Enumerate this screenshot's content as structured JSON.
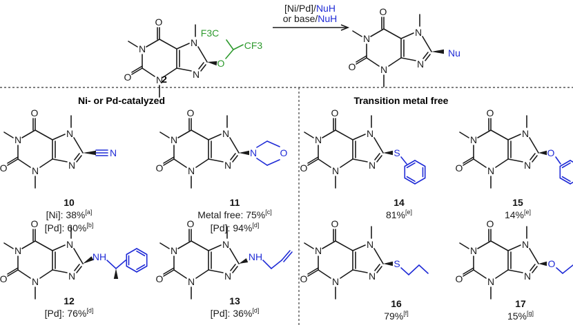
{
  "reaction": {
    "reagent_line1": "[Ni/Pd]/NuH",
    "reagent_line2": "or base/NuH",
    "start_label": "2",
    "start_group": "OCH(CF3)2",
    "product_group": "Nu",
    "colors": {
      "nu": "#1f2bd6",
      "fluoro": "#2e9a2e",
      "bond": "#1a1a1a"
    }
  },
  "sections": {
    "left": "Ni- or Pd-catalyzed",
    "right": "Transition metal free"
  },
  "compounds": [
    {
      "id": "c10",
      "label": "10",
      "substituent": "C≡N",
      "yields": [
        {
          "text": "[Ni]: 38%",
          "note": "[a]"
        },
        {
          "text": "[Pd]: 60%",
          "note": "[b]"
        }
      ]
    },
    {
      "id": "c11",
      "label": "11",
      "substituent": "morpholin-4-yl",
      "yields": [
        {
          "text": "Metal free: 75%",
          "note": "[c]"
        },
        {
          "text": "[Pd]: 94%",
          "note": "[d]"
        }
      ]
    },
    {
      "id": "c12",
      "label": "12",
      "substituent": "NH-CH(CH3)Ph",
      "yields": [
        {
          "text": "[Pd]: 76%",
          "note": "[d]"
        }
      ]
    },
    {
      "id": "c13",
      "label": "13",
      "substituent": "NH-allyl",
      "yields": [
        {
          "text": "[Pd]: 36%",
          "note": "[d]"
        }
      ]
    },
    {
      "id": "c14",
      "label": "14",
      "substituent": "SPh",
      "yields": [
        {
          "text": "81%",
          "note": "[e]"
        }
      ]
    },
    {
      "id": "c15",
      "label": "15",
      "substituent": "OPh",
      "yields": [
        {
          "text": "14%",
          "note": "[e]"
        }
      ]
    },
    {
      "id": "c16",
      "label": "16",
      "substituent": "S-propyl",
      "yields": [
        {
          "text": "79%",
          "note": "[f]"
        }
      ]
    },
    {
      "id": "c17",
      "label": "17",
      "substituent": "O-propyl",
      "yields": [
        {
          "text": "15%",
          "note": "[g]"
        }
      ]
    }
  ],
  "atoms": {
    "N": "N",
    "O": "O",
    "NH": "NH",
    "S": "S",
    "F3C": "F3C",
    "CF3": "CF3"
  }
}
